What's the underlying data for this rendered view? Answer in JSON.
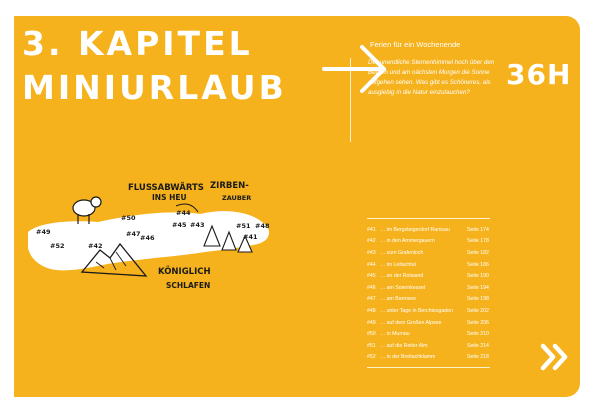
{
  "chapter": {
    "line1": "3. KAPITEL",
    "line2": "MINIURLAUB"
  },
  "subtitle": "Ferien für ein Wochenende",
  "intro": "Der unendliche Sternenhimmel hoch über den Bergen und am nächsten Morgen die Sonne aufgehen sehen. Was gibt es Schöneres, als ausgiebig in die Natur einzutauchen?",
  "duration": "36H",
  "map": {
    "labels": {
      "flussabwaerts": "FLUSSABWÄRTS",
      "ins_heu": "INS HEU",
      "zirben": "ZIRBEN-",
      "zauber": "ZAUBER",
      "koeniglich": "KÖNIGLICH",
      "schlafen": "SCHLAFEN"
    },
    "markers": [
      "#49",
      "#52",
      "#42",
      "#50",
      "#47",
      "#46",
      "#44",
      "#45",
      "#43",
      "#51",
      "#48",
      "#41"
    ]
  },
  "toc": [
    {
      "num": "#41",
      "title": "… im Bergsteigerdorf Ramsau",
      "page": "Seite 174"
    },
    {
      "num": "#42",
      "title": "… in den Ammergauern",
      "page": "Seite 178"
    },
    {
      "num": "#43",
      "title": "… zum Grafenloch",
      "page": "Seite 182"
    },
    {
      "num": "#44",
      "title": "… im Leitachtal",
      "page": "Seite 186"
    },
    {
      "num": "#45",
      "title": "… an der Rotwand",
      "page": "Seite 190"
    },
    {
      "num": "#46",
      "title": "… am Soiernkessel",
      "page": "Seite 194"
    },
    {
      "num": "#47",
      "title": "… am Barmsee",
      "page": "Seite 198"
    },
    {
      "num": "#48",
      "title": "… unter Tage in Berchtesgaden",
      "page": "Seite 202"
    },
    {
      "num": "#49",
      "title": "… auf dem Großen Alpsee",
      "page": "Seite 206"
    },
    {
      "num": "#50",
      "title": "… in Murnau",
      "page": "Seite 210"
    },
    {
      "num": "#51",
      "title": "… auf die Reiter Alm",
      "page": "Seite 214"
    },
    {
      "num": "#52",
      "title": "… in der Breitachklamm",
      "page": "Seite 218"
    }
  ],
  "colors": {
    "background": "#f5b21c",
    "text": "#ffffff",
    "ink": "#1a1a1a"
  },
  "icons": {
    "arrow": "arrow-right-icon",
    "next": "double-chevron-right-icon"
  }
}
